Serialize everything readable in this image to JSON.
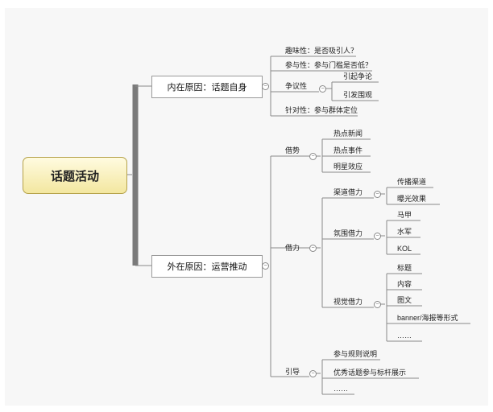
{
  "root": {
    "label": "话题活动"
  },
  "intrinsic": {
    "label": "内在原因：话题自身",
    "items": [
      "趣味性：是否吸引人？",
      "参与性：参与门槛是否低？",
      "争议性",
      "针对性：参与群体定位"
    ],
    "controversy_children": [
      "引起争论",
      "引发围观"
    ]
  },
  "extrinsic": {
    "label": "外在原因：运营推动",
    "momentum": {
      "label": "借势",
      "items": [
        "热点新闻",
        "热点事件",
        "明星效应"
      ]
    },
    "leverage": {
      "label": "借力",
      "channel": {
        "label": "渠道借力",
        "items": [
          "传播渠道",
          "曝光效果"
        ]
      },
      "atmosphere": {
        "label": "氛围借力",
        "items": [
          "马甲",
          "水军",
          "KOL"
        ]
      },
      "visual": {
        "label": "视觉借力",
        "items": [
          "标题",
          "内容",
          "图文",
          "banner/海报等形式",
          "……"
        ]
      }
    },
    "guide": {
      "label": "引导",
      "items": [
        "参与规则说明",
        "优秀话题参与标杆展示",
        "……"
      ]
    }
  }
}
